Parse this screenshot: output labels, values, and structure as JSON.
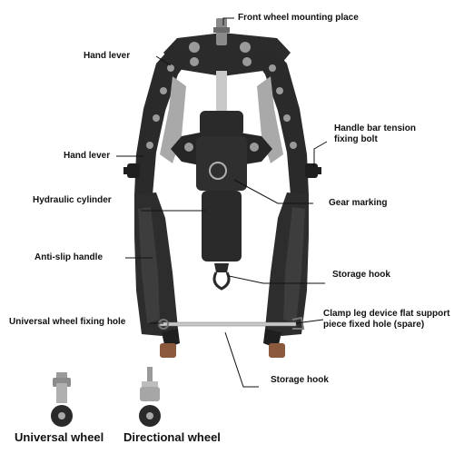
{
  "labels": {
    "front_wheel_mounting_place": "Front wheel mounting place",
    "hand_lever_top": "Hand lever",
    "hand_lever_mid": "Hand lever",
    "handle_bar_tension_fixing_bolt": "Handle bar tension fixing bolt",
    "hydraulic_cylinder": "Hydraulic cylinder",
    "gear_marking": "Gear marking",
    "anti_slip_handle": "Anti-slip handle",
    "storage_hook_right": "Storage hook",
    "clamp_leg_hole": "Clamp leg device flat support piece fixed hole (spare)",
    "universal_wheel_fixing_hole": "Universal wheel fixing hole",
    "storage_hook_bottom": "Storage hook"
  },
  "captions": {
    "universal_wheel": "Universal wheel",
    "directional_wheel": "Directional wheel"
  },
  "colors": {
    "frame": "#2b2b2b",
    "frame_dark": "#1a1a1a",
    "metal": "#b8b8b8",
    "grip": "#3a3a3a",
    "leader": "#111111"
  },
  "icons": {
    "universal_wheel": "universal-caster-wheel-icon",
    "directional_wheel": "directional-caster-wheel-icon"
  }
}
